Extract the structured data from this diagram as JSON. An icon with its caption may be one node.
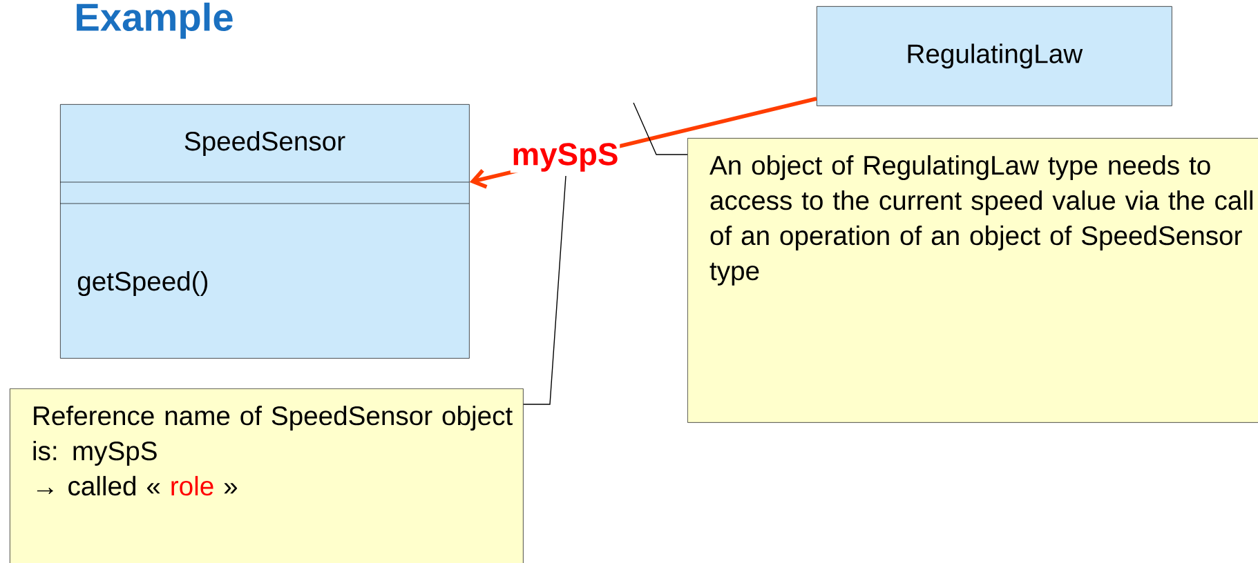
{
  "diagram": {
    "title": "Example",
    "nodes": [
      {
        "text": [
          "RegulatingLaw"
        ]
      },
      {
        "text": [
          "SpeedSensor",
          "getSpeed()"
        ]
      },
      {
        "text": [
          "An object of RegulatingLaw type needs to access to the current speed value via the call of an operation of an object of SpeedSensor type"
        ]
      },
      {
        "text": [
          "Reference name of SpeedSensor object is: mySpS",
          "→ called «",
          "role",
          "»"
        ]
      }
    ],
    "edges": [
      {
        "from": 0,
        "to": 1,
        "arrow": "to",
        "label": "mySpS",
        "style": "thick",
        "color": "#ff3d00"
      },
      {
        "from": 2,
        "to": null,
        "arrow": "none"
      },
      {
        "from": 3,
        "to": null,
        "arrow": "none"
      }
    ]
  }
}
